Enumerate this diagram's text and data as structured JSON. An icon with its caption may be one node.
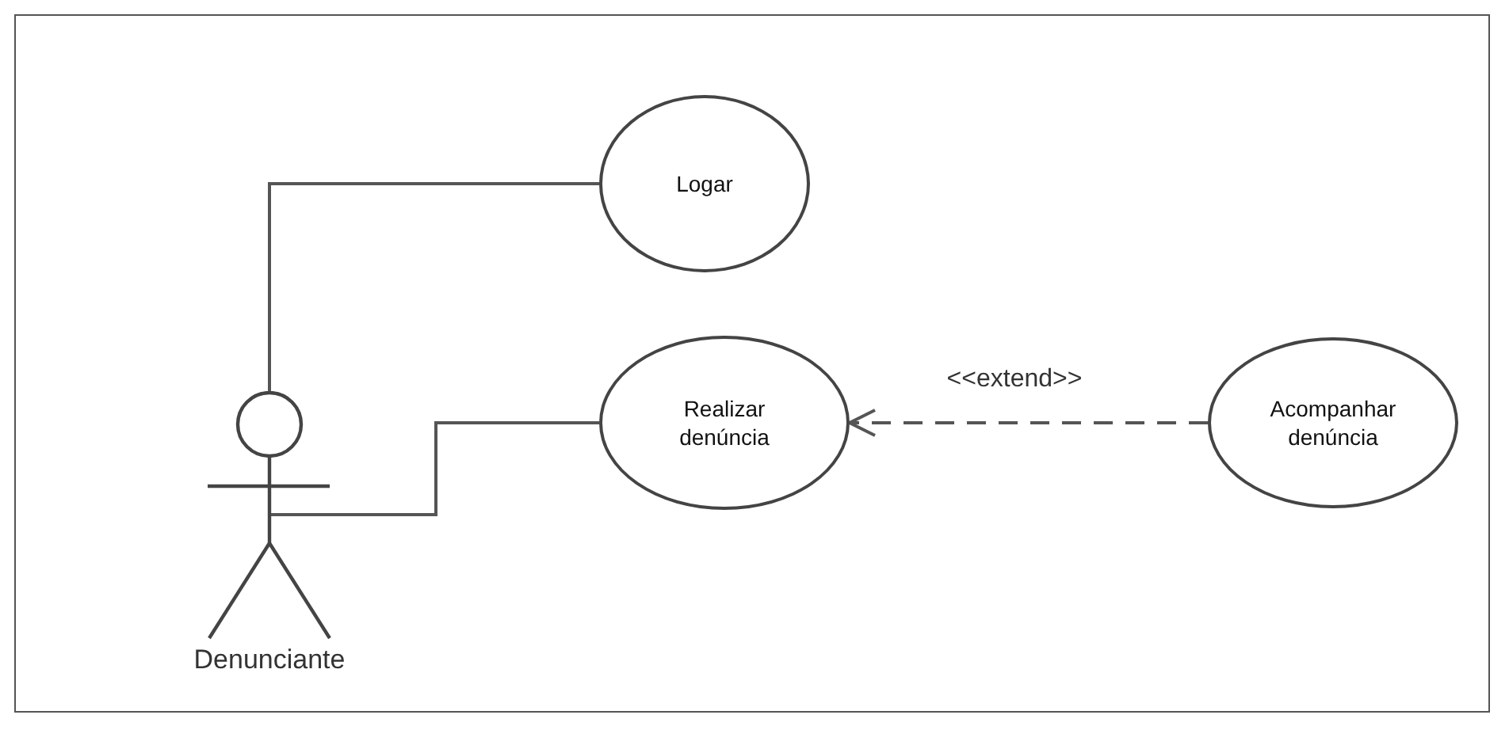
{
  "diagram": {
    "nodes": [
      {
        "text": [
          "Denunciante"
        ]
      },
      {
        "text": [
          "Logar"
        ]
      },
      {
        "text": [
          "Realizar denúncia"
        ]
      },
      {
        "text": [
          "Acompanhar denúncia"
        ]
      }
    ],
    "edges": [
      {
        "from": 0,
        "to": 1,
        "arrow": "none"
      },
      {
        "from": 0,
        "to": 2,
        "arrow": "none"
      },
      {
        "from": 3,
        "to": 2,
        "arrow": "to",
        "style": "dashed",
        "label": "<<extend>>"
      }
    ]
  }
}
